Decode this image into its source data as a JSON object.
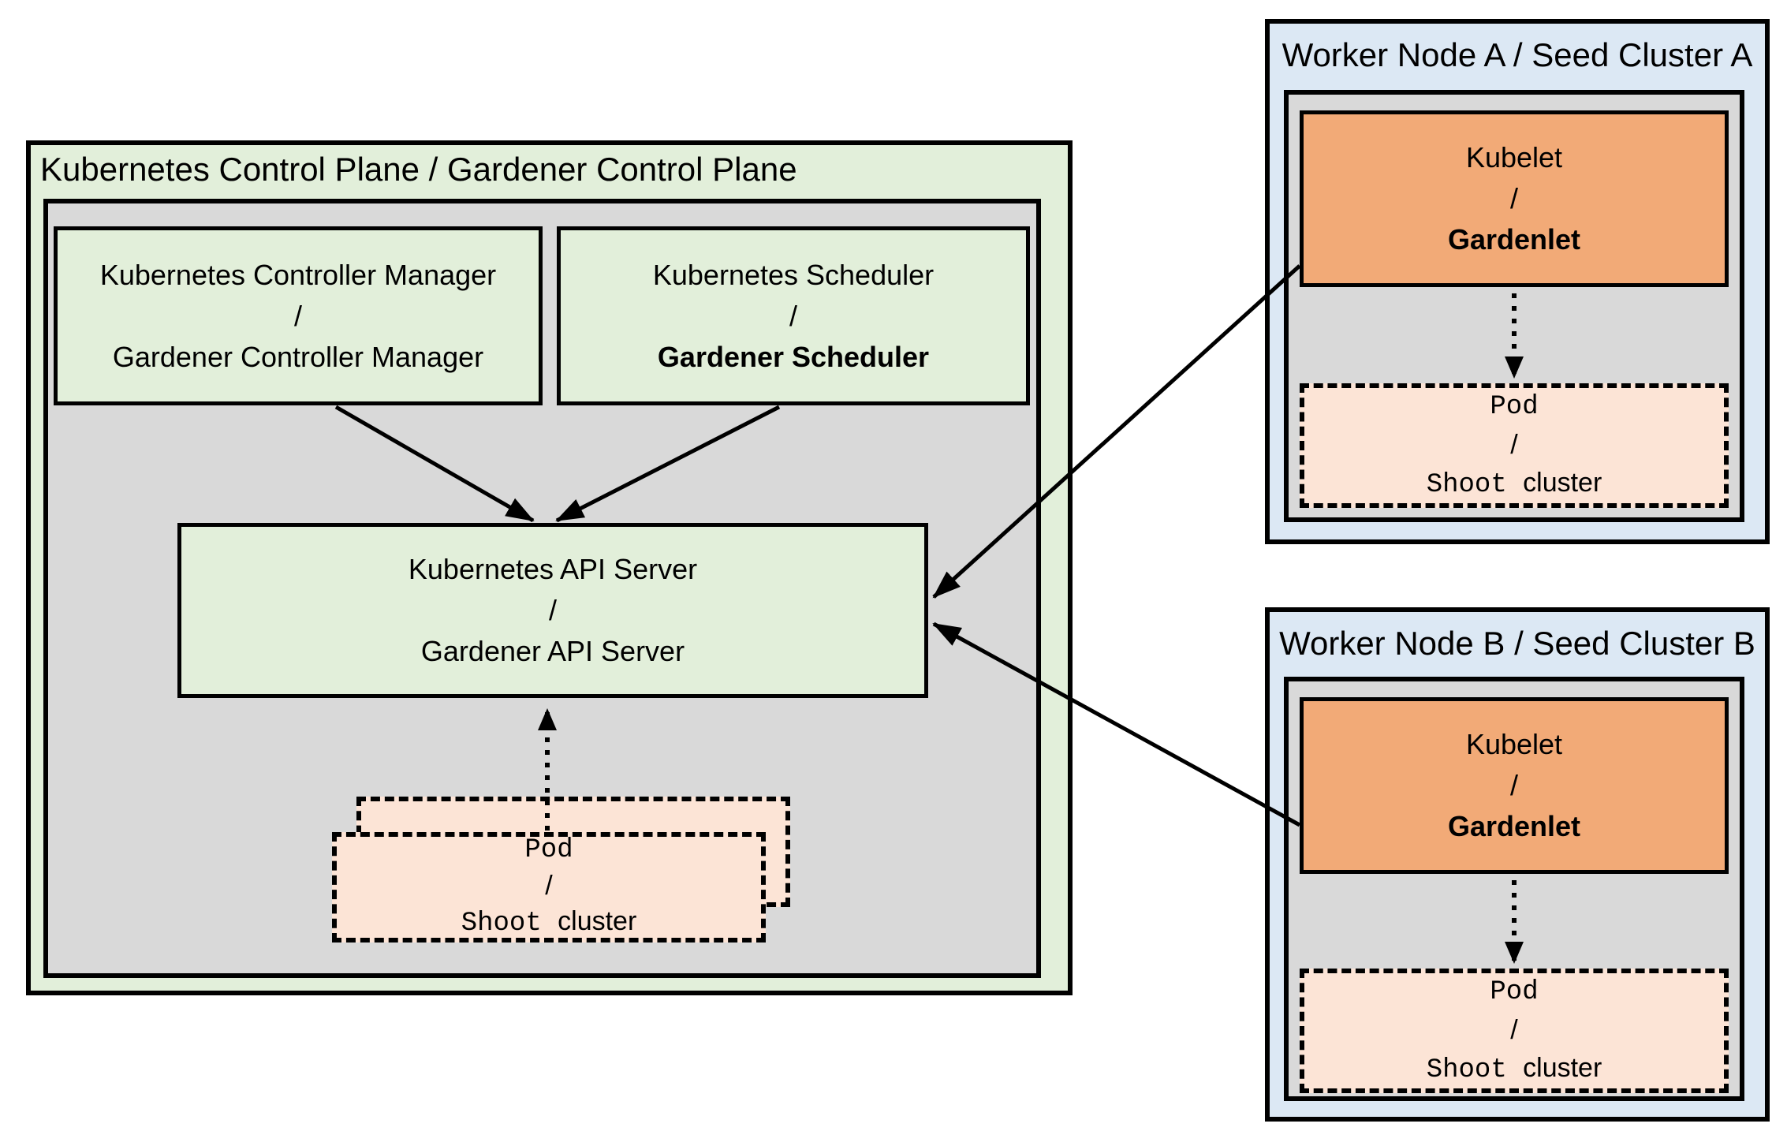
{
  "control_plane": {
    "title": "Kubernetes Control Plane / Gardener Control Plane",
    "controller_manager": {
      "top": "Kubernetes Controller Manager",
      "mid": "/",
      "bottom": "Gardener Controller Manager"
    },
    "scheduler": {
      "top": "Kubernetes Scheduler",
      "mid": "/",
      "bottom": "Gardener Scheduler"
    },
    "api_server": {
      "top": "Kubernetes API Server",
      "mid": "/",
      "bottom": "Gardener API Server"
    },
    "pod": {
      "top": "Pod",
      "mid": "/",
      "bottom_mono": "Shoot ",
      "bottom_text": "cluster"
    }
  },
  "workers": [
    {
      "title": "Worker Node A / Seed Cluster A",
      "kubelet": {
        "top": "Kubelet",
        "mid": "/",
        "bottom": "Gardenlet"
      },
      "pod": {
        "top": "Pod",
        "mid": "/",
        "bottom_mono": "Shoot ",
        "bottom_text": "cluster"
      }
    },
    {
      "title": "Worker Node B / Seed Cluster B",
      "kubelet": {
        "top": "Kubelet",
        "mid": "/",
        "bottom": "Gardenlet"
      },
      "pod": {
        "top": "Pod",
        "mid": "/",
        "bottom_mono": "Shoot ",
        "bottom_text": "cluster"
      }
    }
  ],
  "colors": {
    "control_plane_fill": "#e2efda",
    "inner_panel_fill": "#d9d9d9",
    "component_green_fill": "#e2efda",
    "worker_node_fill": "#dce8f4",
    "kubelet_fill": "#f2aa77",
    "pod_fill": "#fce4d6",
    "line_and_border": "#000000",
    "page_background": "#ffffff"
  }
}
